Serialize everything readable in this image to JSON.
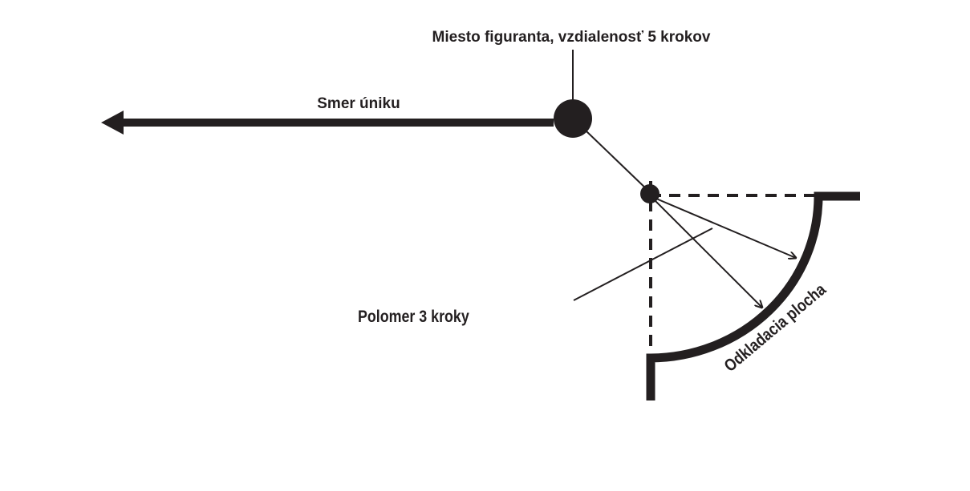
{
  "labels": {
    "figurant_position": "Miesto figuranta, vzdialenosť 5 krokov",
    "escape_direction": "Smer úniku",
    "radius": "Polomer 3 kroky",
    "drop_area": "Odkladacia plocha"
  },
  "colors": {
    "ink": "#231f20",
    "background": "#ffffff"
  }
}
